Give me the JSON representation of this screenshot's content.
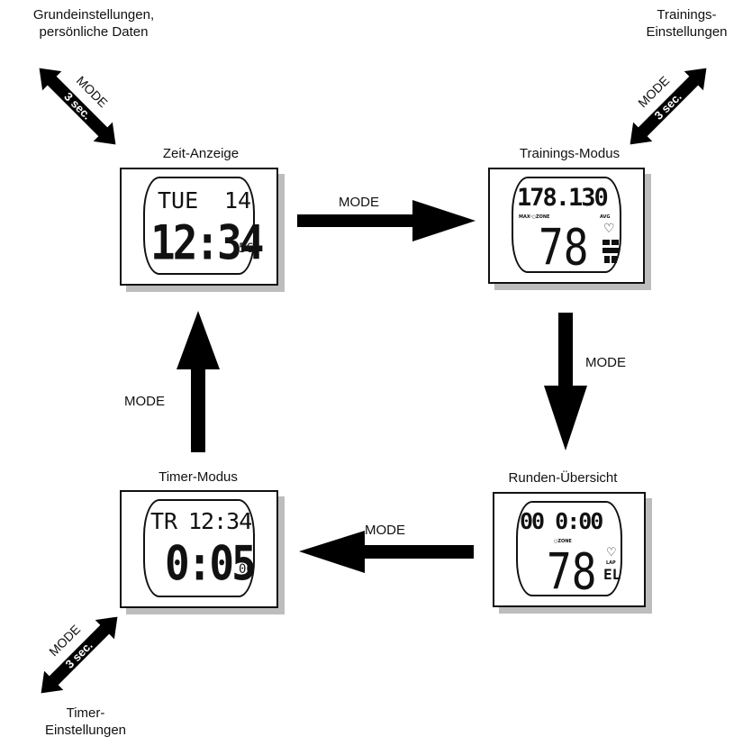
{
  "labels": {
    "grund_line1": "Grundeinstellungen,",
    "grund_line2": "persönliche Daten",
    "training_line1": "Trainings-",
    "training_line2": "Einstellungen",
    "timer_line1": "Timer-",
    "timer_line2": "Einstellungen"
  },
  "titles": {
    "zeit": "Zeit-Anzeige",
    "training": "Trainings-Modus",
    "timer": "Timer-Modus",
    "runden": "Runden-Übersicht"
  },
  "mode_labels": {
    "right": "MODE",
    "down": "MODE",
    "left": "MODE",
    "up": "MODE"
  },
  "hold_arrows": {
    "top_left": {
      "mode": "MODE",
      "time": "3 sec."
    },
    "top_right": {
      "mode": "MODE",
      "time": "3 sec."
    },
    "bottom_left": {
      "mode": "MODE",
      "time": "3 sec."
    }
  },
  "displays": {
    "zeit": {
      "day": "TUE",
      "date": "14",
      "time": "12:34",
      "seconds": "56"
    },
    "training": {
      "top": "178.130",
      "left_small": "MAX·○ZONE",
      "right_small": "AVG",
      "big": "78",
      "icon": "heart-icon"
    },
    "timer": {
      "top_label": "TR",
      "top_time": "12:34",
      "time": "0:05",
      "hundredths": "00"
    },
    "runden": {
      "top": "00 0:00",
      "small": "○ZONE",
      "big": "78",
      "right_small": "LAP",
      "code": "EL",
      "icon": "heart-icon"
    }
  }
}
